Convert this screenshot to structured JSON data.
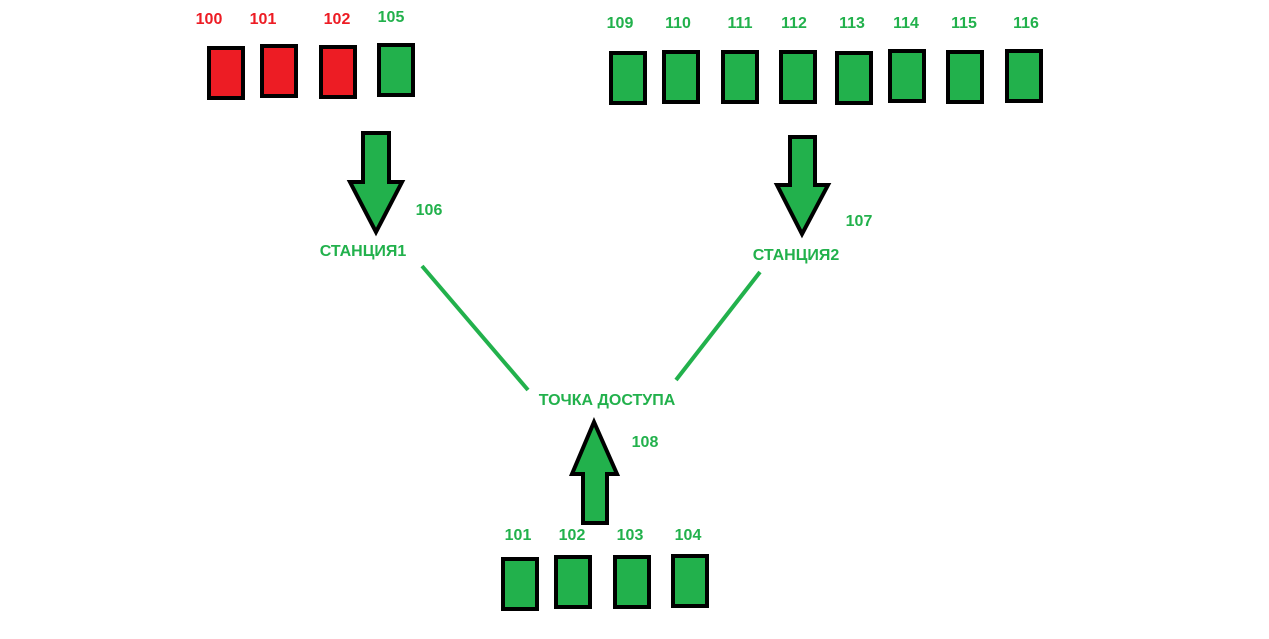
{
  "colors": {
    "ok": "#22b14c",
    "lost": "#ed1c24",
    "outline": "#000000",
    "link": "#22b14c"
  },
  "groups": {
    "station1_packets": [
      {
        "id": "100",
        "state": "lost"
      },
      {
        "id": "101",
        "state": "lost"
      },
      {
        "id": "102",
        "state": "lost"
      },
      {
        "id": "105",
        "state": "ok"
      }
    ],
    "station2_packets": [
      {
        "id": "109",
        "state": "ok"
      },
      {
        "id": "110",
        "state": "ok"
      },
      {
        "id": "111",
        "state": "ok"
      },
      {
        "id": "112",
        "state": "ok"
      },
      {
        "id": "113",
        "state": "ok"
      },
      {
        "id": "114",
        "state": "ok"
      },
      {
        "id": "115",
        "state": "ok"
      },
      {
        "id": "116",
        "state": "ok"
      }
    ],
    "ap_packets": [
      {
        "id": "101",
        "state": "ok"
      },
      {
        "id": "102",
        "state": "ok"
      },
      {
        "id": "103",
        "state": "ok"
      },
      {
        "id": "104",
        "state": "ok"
      }
    ]
  },
  "nodes": {
    "station1": "СТАНЦИЯ1",
    "station2": "СТАНЦИЯ2",
    "access_point": "ТОЧКА ДОСТУПА"
  },
  "arrows": {
    "station1": "106",
    "station2": "107",
    "access_point": "108"
  }
}
